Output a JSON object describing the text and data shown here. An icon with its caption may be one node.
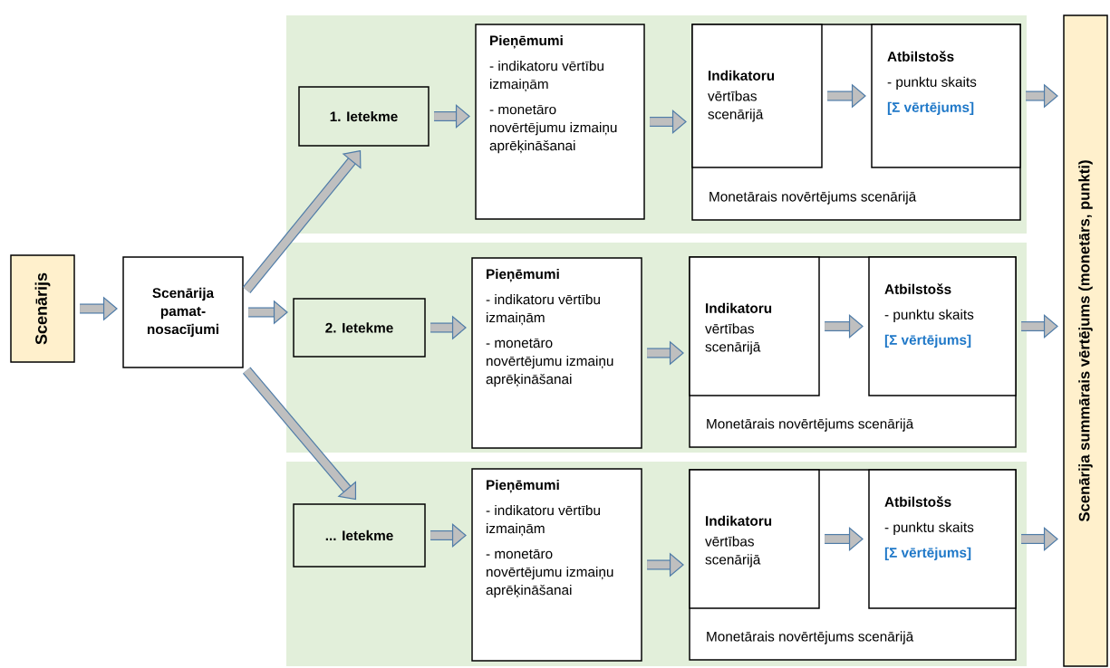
{
  "diagram": {
    "nodes": [
      {
        "text": [
          "Scenārijs"
        ]
      },
      {
        "text": [
          "Scenārija pamat-nosacījumi"
        ]
      },
      {
        "text": [],
        "shape": "box"
      },
      {
        "text": [
          "1. Ietekme"
        ],
        "in": 2
      },
      {
        "text": [
          "Pieņēmumi",
          "- indikatoru vērtību izmaiņām",
          "- monetāro novērtējumu izmaiņu aprēķināšanai"
        ],
        "in": 2
      },
      {
        "text": [
          "Monetārais novērtējums scenārijā"
        ],
        "in": 2
      },
      {
        "text": [
          "Indikatoru",
          "vērtības scenārijā"
        ],
        "in": 5
      },
      {
        "text": [
          "Atbilstošs",
          "- punktu skaits",
          "[Σ vērtējums]"
        ],
        "in": 5
      },
      {
        "text": [],
        "shape": "box"
      },
      {
        "text": [
          "2. Ietekme"
        ],
        "in": 8
      },
      {
        "text": [
          "Pieņēmumi",
          "- indikatoru vērtību izmaiņām",
          "- monetāro novērtējumu izmaiņu aprēķināšanai"
        ],
        "in": 8
      },
      {
        "text": [
          "Monetārais novērtējums scenārijā"
        ],
        "in": 8
      },
      {
        "text": [
          "Indikatoru",
          "vērtības scenārijā"
        ],
        "in": 11
      },
      {
        "text": [
          "Atbilstošs",
          "- punktu skaits",
          "[Σ vērtējums]"
        ],
        "in": 11
      },
      {
        "text": [],
        "shape": "box"
      },
      {
        "text": [
          "... Ietekme"
        ],
        "in": 14
      },
      {
        "text": [
          "Pieņēmumi",
          "- indikatoru vērtību izmaiņām",
          "- monetāro novērtējumu izmaiņu aprēķināšanai"
        ],
        "in": 14
      },
      {
        "text": [
          "Monetārais novērtējums scenārijā"
        ],
        "in": 14
      },
      {
        "text": [
          "Indikatoru",
          "vērtības scenārijā"
        ],
        "in": 17
      },
      {
        "text": [
          "Atbilstošs",
          "- punktu skaits",
          "[Σ vērtējums]"
        ],
        "in": 17
      },
      {
        "text": [
          "Scenārija summārais vērtējums (monetārs, punkti)"
        ]
      }
    ],
    "edges": [
      {
        "from": 0,
        "to": 1,
        "arrow": "to"
      },
      {
        "from": 1,
        "to": 3,
        "arrow": "to"
      },
      {
        "from": 1,
        "to": 9,
        "arrow": "to"
      },
      {
        "from": 1,
        "to": 15,
        "arrow": "to"
      },
      {
        "from": 3,
        "to": 4,
        "arrow": "to"
      },
      {
        "from": 4,
        "to": 6,
        "arrow": "to"
      },
      {
        "from": 6,
        "to": 7,
        "arrow": "to"
      },
      {
        "from": 7,
        "to": 20,
        "arrow": "to"
      },
      {
        "from": 9,
        "to": 10,
        "arrow": "to"
      },
      {
        "from": 10,
        "to": 12,
        "arrow": "to"
      },
      {
        "from": 12,
        "to": 13,
        "arrow": "to"
      },
      {
        "from": 13,
        "to": 20,
        "arrow": "to"
      },
      {
        "from": 15,
        "to": 16,
        "arrow": "to"
      },
      {
        "from": 16,
        "to": 18,
        "arrow": "to"
      },
      {
        "from": 18,
        "to": 19,
        "arrow": "to"
      },
      {
        "from": 19,
        "to": 20,
        "arrow": "to"
      }
    ]
  }
}
